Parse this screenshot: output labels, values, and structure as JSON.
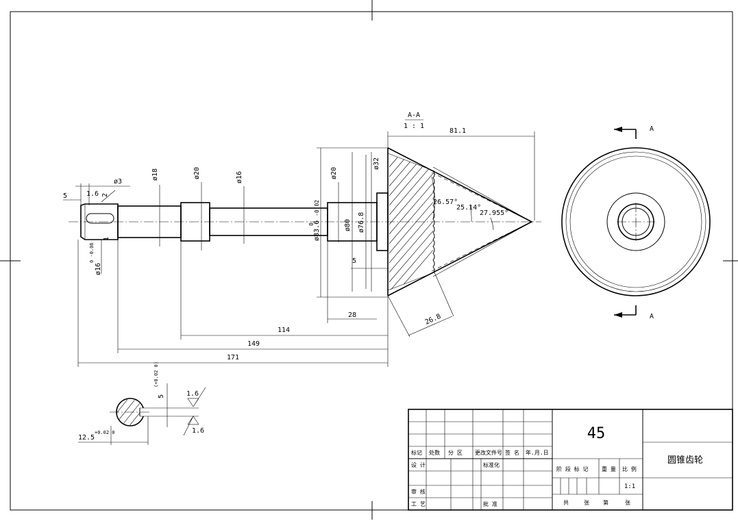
{
  "section_view": {
    "label": "A-A",
    "scale": "1 : 1"
  },
  "section_markers": [
    "A",
    "A"
  ],
  "dimensions": {
    "d_81_1": "81.1",
    "d_5_left": "5",
    "d_1_6": "1.6",
    "d_2": "2",
    "d_phi3": "ø3",
    "d_phi18": "ø18",
    "d_phi20_shaft": "ø20",
    "d_phi16_shaft": "ø16",
    "d_phi20_gear": "ø20",
    "d_phi32": "ø32",
    "d_phi83_6": "ø83.6",
    "d_phi83_6_tol_upper": "0",
    "d_phi83_6_tol_lower": "-0.02",
    "d_phi80": "ø80",
    "d_phi76_8": "ø76.8",
    "d_5_gear": "5",
    "d_phi16_end": "ø16",
    "d_phi16_end_tol": "0 -0.08",
    "d_1_side": "1",
    "angle_1": "26.57°",
    "angle_2": "25.14°",
    "angle_3": "27.955°",
    "d_28": "28",
    "d_26_8": "26.8",
    "d_114": "114",
    "d_149": "149",
    "d_171": "171"
  },
  "keyway_detail": {
    "width": "5",
    "width_tol": "(+0.02 0)",
    "depth": "12.5",
    "depth_tol": "+0.02 0",
    "roughness_top": "1.6",
    "roughness_bottom": "1.6"
  },
  "title_block": {
    "material": "45",
    "part_name": "圆锥齿轮",
    "scale_value": "1:1",
    "row_mark": [
      "标记",
      "处数",
      "分 区",
      "更改文件号",
      "签 名",
      "年.月.日"
    ],
    "row_design": [
      "设 计",
      "标准化"
    ],
    "stage_header": [
      "阶 段 标 记",
      "重 量",
      "比 例"
    ],
    "row_check": "审 核",
    "row_process": "工 艺",
    "approve": "批 准",
    "sheet_info": [
      "共",
      "张",
      "第",
      "张"
    ]
  }
}
